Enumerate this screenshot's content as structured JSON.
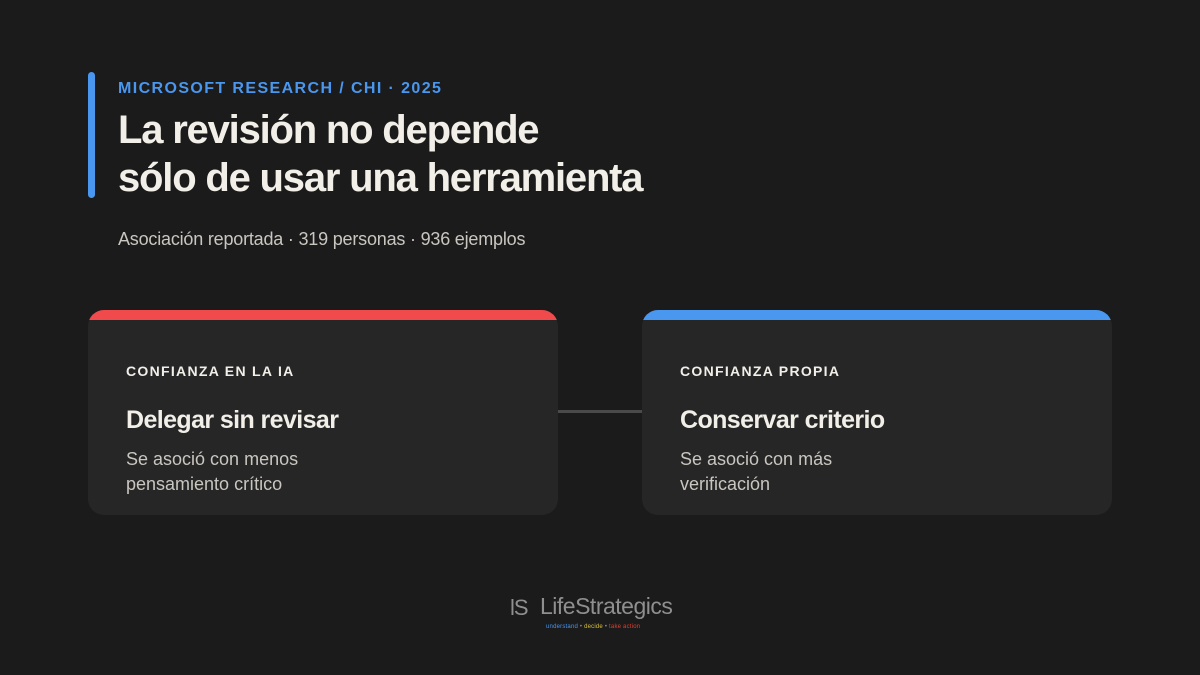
{
  "header": {
    "eyebrow": "MICROSOFT RESEARCH / CHI · 2025",
    "title_line1": "La revisión no depende",
    "title_line2": "sólo de usar una herramienta",
    "subtitle": "Asociación reportada · 319 personas · 936 ejemplos"
  },
  "cards": [
    {
      "label": "CONFIANZA EN LA IA",
      "heading": "Delegar sin revisar",
      "desc_line1": "Se asoció con menos",
      "desc_line2": "pensamiento crítico",
      "accent": "#f04a4d"
    },
    {
      "label": "CONFIANZA PROPIA",
      "heading": "Conservar criterio",
      "desc_line1": "Se asoció con más",
      "desc_line2": "verificación",
      "accent": "#4a97f0"
    }
  ],
  "logo": {
    "mark": "lS",
    "name": "LifeStrategics",
    "tagline_1": "understand",
    "tagline_2": "decide",
    "tagline_3": "take action",
    "separator": "•"
  },
  "colors": {
    "background": "#1b1b1b",
    "accent_blue": "#4a97f0",
    "accent_red": "#f04a4d",
    "card": "#262626"
  }
}
